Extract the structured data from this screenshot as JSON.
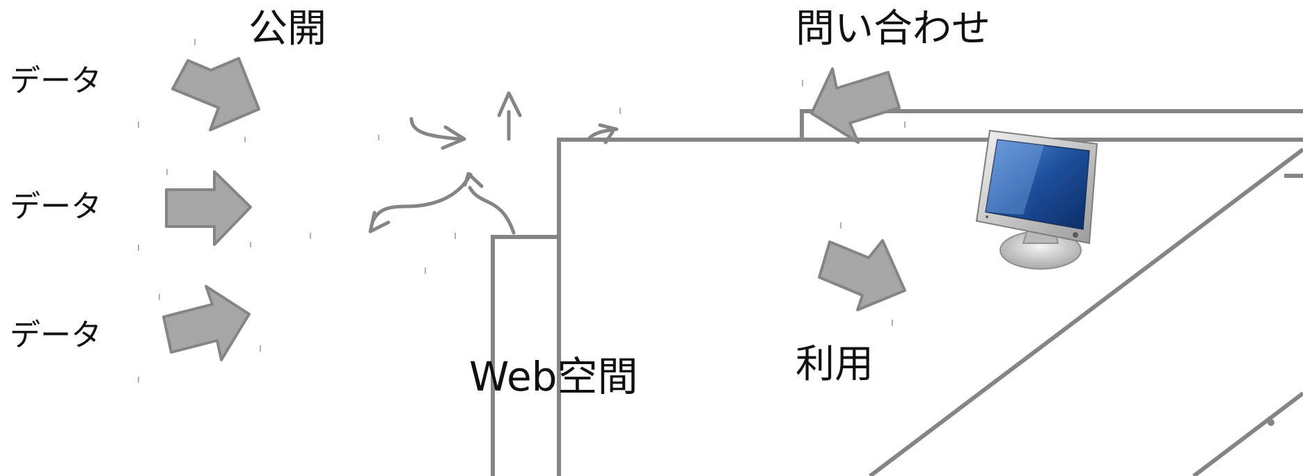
{
  "labels": {
    "publish": "公開",
    "inquiry": "問い合わせ",
    "use": "利用",
    "web_space": "Web空間",
    "data_items": [
      "データ",
      "データ",
      "データ"
    ]
  },
  "colors": {
    "arrow_fill": "#a6a6a6",
    "stroke": "#858585",
    "text": "#111111",
    "monitor_screen": "#1d4f9c"
  },
  "icons": {
    "computer": "computer-monitor-icon"
  }
}
